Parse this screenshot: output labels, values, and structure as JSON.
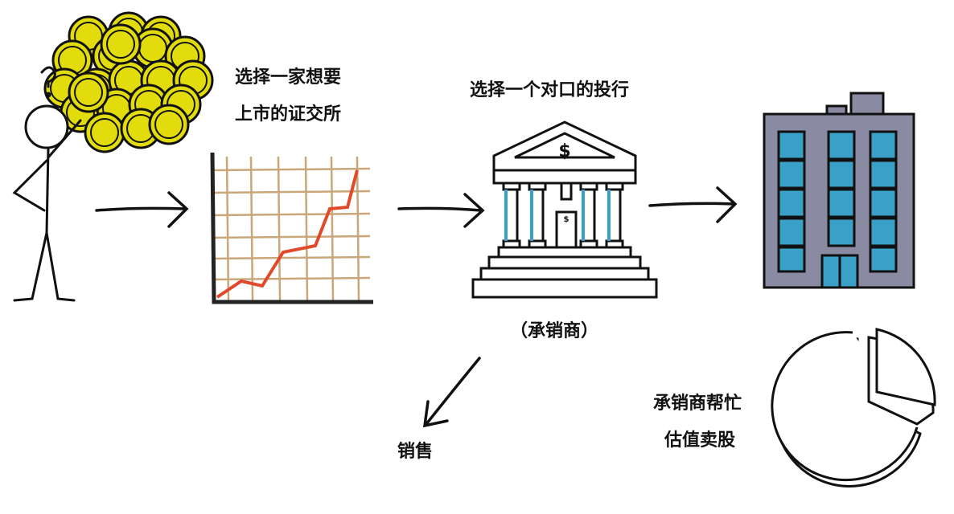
{
  "labels": {
    "exchange_line1": "选择一家想要",
    "exchange_line2": "上市的证交所",
    "bank_title": "选择一个对口的投行",
    "underwriter": "（承销商）",
    "sales": "销售",
    "valuation_line1": "承销商帮忙",
    "valuation_line2": "估值卖股"
  },
  "icons": {
    "bank_sign": "$",
    "door_sign": "$"
  },
  "colors": {
    "coin": "#e2dc0c",
    "chart_line": "#e04a2a",
    "grid": "#c9a77a",
    "building": "#8a8aa3",
    "window": "#3aa0c8",
    "bank_accent": "#3aa0c8"
  }
}
